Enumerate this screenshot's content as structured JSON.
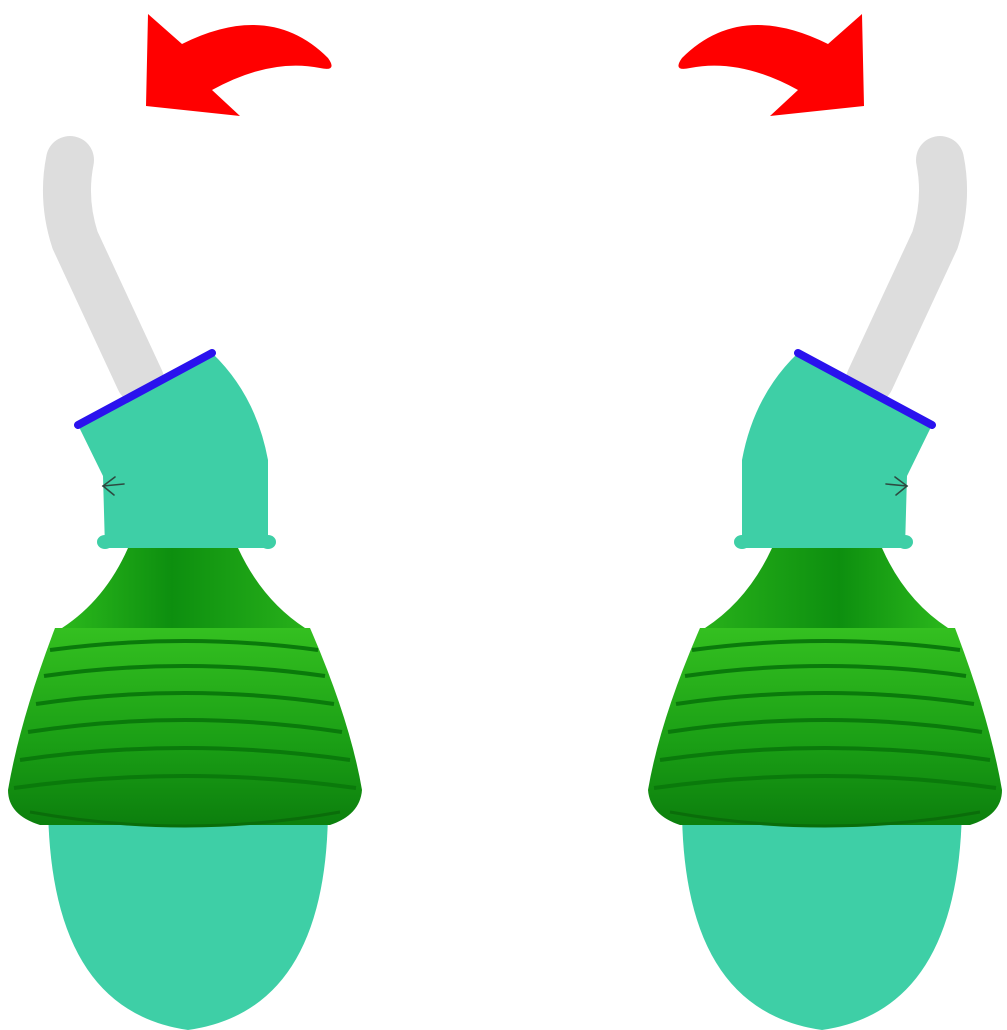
{
  "figures": [
    {
      "side": "left",
      "rotation_direction": "counterclockwise",
      "rotation_arrow_icon": "curved-arrow-ccw-icon",
      "inner_arrow_icon": "arrow-left-icon"
    },
    {
      "side": "right",
      "rotation_direction": "clockwise",
      "rotation_arrow_icon": "curved-arrow-cw-icon",
      "inner_arrow_icon": "arrow-right-icon"
    }
  ],
  "colors": {
    "rotation_arrow": "#ff0000",
    "tube": "#dddddd",
    "cap_and_bulb": "#3ecfa6",
    "seal_ring": "#2a12ee",
    "bellows_dark": "#139a14",
    "bellows_light": "#2ab81b",
    "background": "#ffffff"
  }
}
